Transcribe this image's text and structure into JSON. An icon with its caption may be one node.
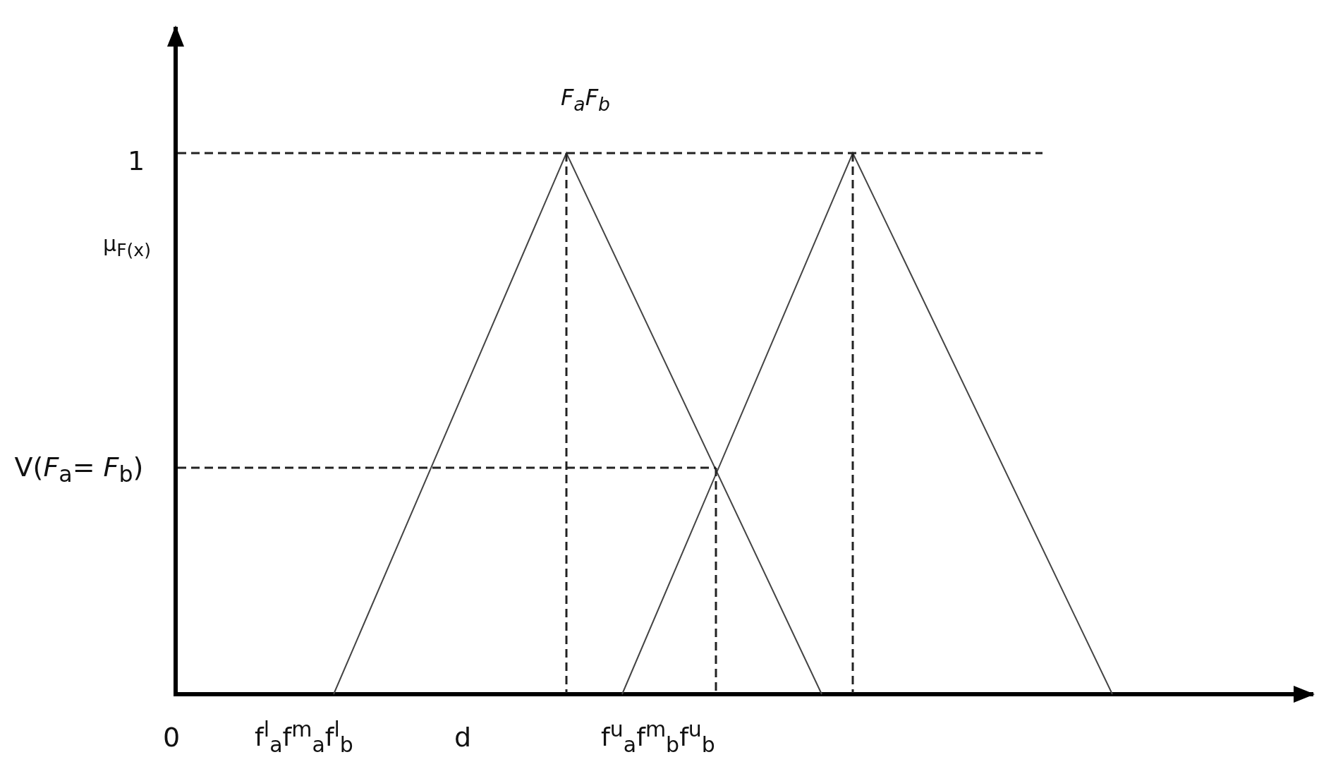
{
  "diagram": {
    "labels": [
      "F$_{a}$F$_{b}$",
      "1",
      "μ$_{F(x)}$",
      "V(*F*$_{a}$= *F*$_{b}$)",
      "0",
      "f$^{l}$$_{a}$f$^{m}$$_{a}$f$^{l}$$_{b}$",
      "d",
      "f$^{u}$$_{a}$f$^{m}$$_{b}$f$^{u}$$_{b}$"
    ]
  }
}
